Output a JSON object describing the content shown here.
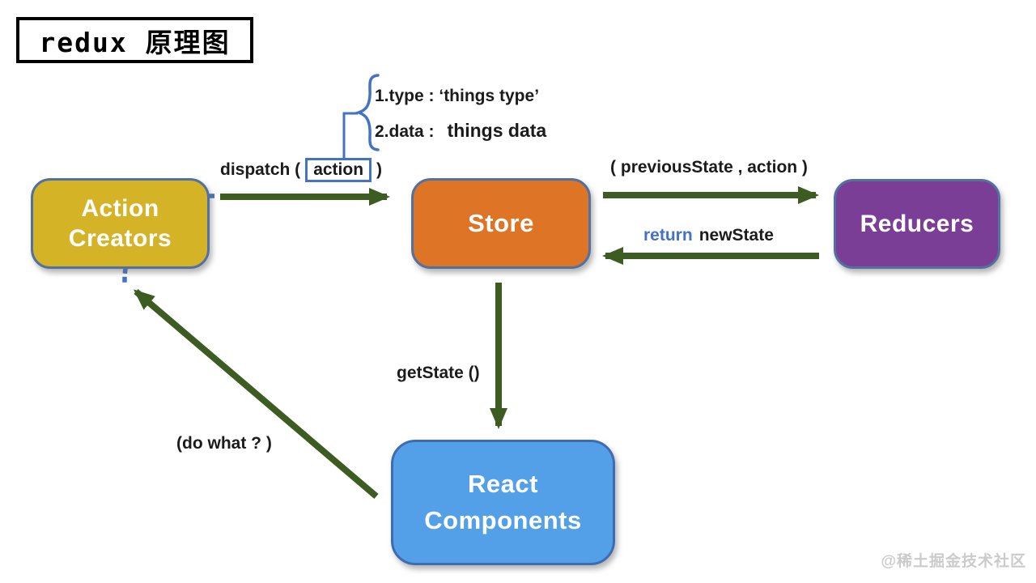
{
  "title": {
    "text": "redux 原理图"
  },
  "annotation": {
    "line1": "1.type : ‘things type’",
    "line2_key": "2.data :",
    "line2_value": "things data"
  },
  "labels": {
    "dispatch_open": "dispatch (",
    "action": "action",
    "dispatch_close": ")",
    "previous_state": "( previousState , action )",
    "return_keyword": "return",
    "new_state": "newState",
    "get_state": "getState ()",
    "do_what": "(do what ? )"
  },
  "nodes": {
    "action_creators": {
      "line1": "Action",
      "line2": "Creators"
    },
    "store": {
      "label": "Store"
    },
    "reducers": {
      "label": "Reducers"
    },
    "react_components": {
      "line1": "React",
      "line2": "Components"
    }
  },
  "watermark": {
    "text": "@稀土掘金技术社区"
  },
  "colors": {
    "yellow": "#d5b327",
    "orange": "#de7426",
    "purple": "#7b3e97",
    "blue": "#54a0e8",
    "green": "#3c5c22",
    "accent": "#4472c4",
    "node-border": "#53719e",
    "react-border": "#3e6cb2",
    "ink": "#1b1b1b",
    "watermark": "#cbcbcb"
  }
}
